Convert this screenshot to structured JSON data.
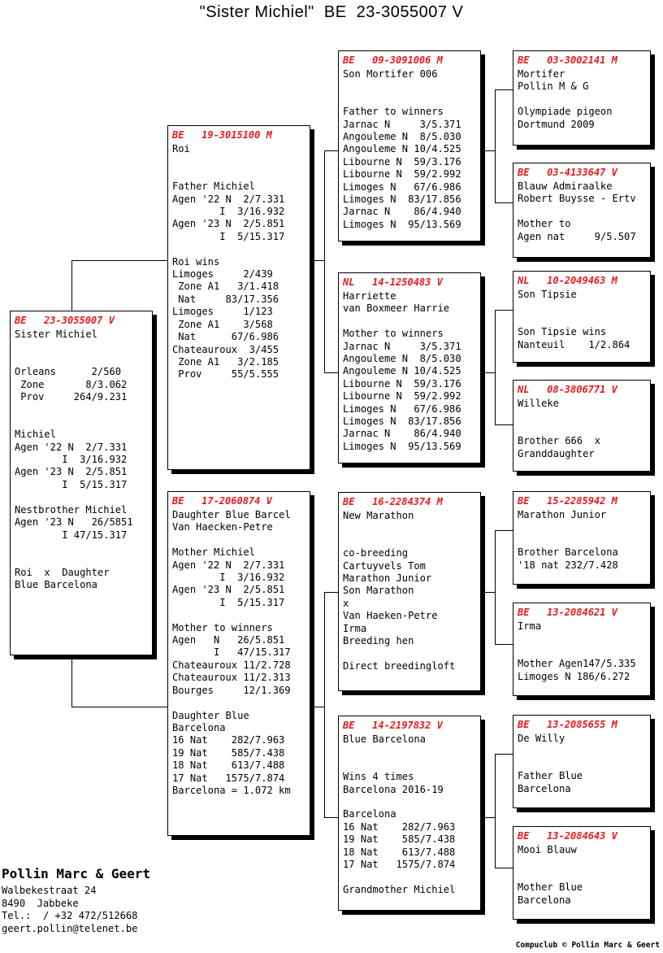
{
  "title": "\"Sister Michiel\"  BE  23-3055007 V",
  "colors": {
    "ring_red": "#e8191b",
    "text_black": "#000000",
    "page_bg": "#ffffff"
  },
  "subject": {
    "ring": "BE   23-3055007 V",
    "body": "Sister Michiel\n\n\nOrleans      2/560\n Zone       8/3.062\n Prov     264/9.231\n\n\nMichiel\nAgen '22 N  2/7.331\n        I  3/16.932\nAgen '23 N  2/5.851\n        I  5/15.317\n\nNestbrother Michiel\nAgen '23 N   26/5851\n        I 47/15.317\n\n\nRoi  x  Daughter\nBlue Barcelona"
  },
  "gen2": [
    {
      "ring": "BE   19-3015100 M",
      "body": "Roi\n\n\nFather Michiel\nAgen '22 N  2/7.331\n        I  3/16.932\nAgen '23 N  2/5.851\n        I  5/15.317\n\nRoi wins\nLimoges     2/439\n Zone A1   3/1.418\n Nat     83/17.356\nLimoges     1/123\n Zone A1    3/568\n Nat      67/6.986\nChateauroux  3/455\n Zone A1   3/2.185\n Prov     55/5.555"
    },
    {
      "ring": "BE   17-2060874 V",
      "body": "Daughter Blue Barcel\nVan Haecken-Petre\n\nMother Michiel\nAgen '22 N  2/7.331\n        I  3/16.932\nAgen '23 N  2/5.851\n        I  5/15.317\n\nMother to winners\nAgen   N   26/5.851\n       I   47/15.317\nChateauroux 11/2.728\nChateauroux 11/2.313\nBourges     12/1.369\n\nDaughter Blue\nBarcelona\n16 Nat    282/7.963\n19 Nat    585/7.438\n18 Nat    613/7.488\n17 Nat   1575/7.874\nBarcelona = 1.072 km"
    }
  ],
  "gen3": [
    {
      "ring": "BE   09-3091006 M",
      "body": "Son Mortifer 006\n\n\nFather to winners\nJarnac N     3/5.371\nAngouleme N  8/5.030\nAngouleme N 10/4.525\nLibourne N  59/3.176\nLibourne N  59/2.992\nLimoges N   67/6.986\nLimoges N  83/17.856\nJarnac N    86/4.940\nLimoges N  95/13.569"
    },
    {
      "ring": "NL   14-1250483 V",
      "body": "Harriette\nvan Boxmeer Harrie\n\nMother to winners\nJarnac N     3/5.371\nAngouleme N  8/5.030\nAngouleme N 10/4.525\nLibourne N  59/3.176\nLibourne N  59/2.992\nLimoges N   67/6.986\nLimoges N  83/17.856\nJarnac N    86/4.940\nLimoges N  95/13.569"
    },
    {
      "ring": "BE   16-2284374 M",
      "body": "New Marathon\n\n\nco-breeding\nCartuyvels Tom\nMarathon Junior\nSon Marathon\nx\nVan Haeken-Petre\nIrma\nBreeding hen\n\nDirect breedingloft"
    },
    {
      "ring": "BE   14-2197832 V",
      "body": "Blue Barcelona\n\n\nWins 4 times\nBarcelona 2016-19\n\nBarcelona\n16 Nat    282/7.963\n19 Nat    585/7.438\n18 Nat    613/7.488\n17 Nat   1575/7.874\n\nGrandmother Michiel"
    }
  ],
  "gen4": [
    {
      "ring": "BE   03-3002141 M",
      "body": "Mortifer\nPollin M & G\n\nOlympiade pigeon\nDortmund 2009"
    },
    {
      "ring": "BE   03-4133647 V",
      "body": "Blauw Admiraalke\nRobert Buysse - Ertv\n\nMother to\nAgen nat     9/5.507"
    },
    {
      "ring": "NL   10-2049463 M",
      "body": "Son Tipsie\n\n\nSon Tipsie wins\nNanteuil    1/2.864"
    },
    {
      "ring": "NL   08-3806771 V",
      "body": "Willeke\n\n\nBrother 666  x\nGranddaughter"
    },
    {
      "ring": "BE   15-2285942 M",
      "body": "Marathon Junior\n\n\nBrother Barcelona\n'18 nat 232/7.428"
    },
    {
      "ring": "BE   13-2084621 V",
      "body": "Irma\n\n\nMother Agen147/5.335\nLimoges N 186/6.272"
    },
    {
      "ring": "BE   13-2085655 M",
      "body": "De Willy\n\n\nFather Blue\nBarcelona"
    },
    {
      "ring": "BE   13-2084643 V",
      "body": "Mooi Blauw\n\n\nMother Blue\nBarcelona"
    }
  ],
  "footer": {
    "brand": "Pollin Marc & Geert",
    "address_1": "Walbekestraat 24",
    "address_2": "8490  Jabbeke",
    "phone": "Tel.:  / +32 472/512668",
    "email": "geert.pollin@telenet.be"
  },
  "copyright": "Compuclub © Pollin Marc & Geert"
}
